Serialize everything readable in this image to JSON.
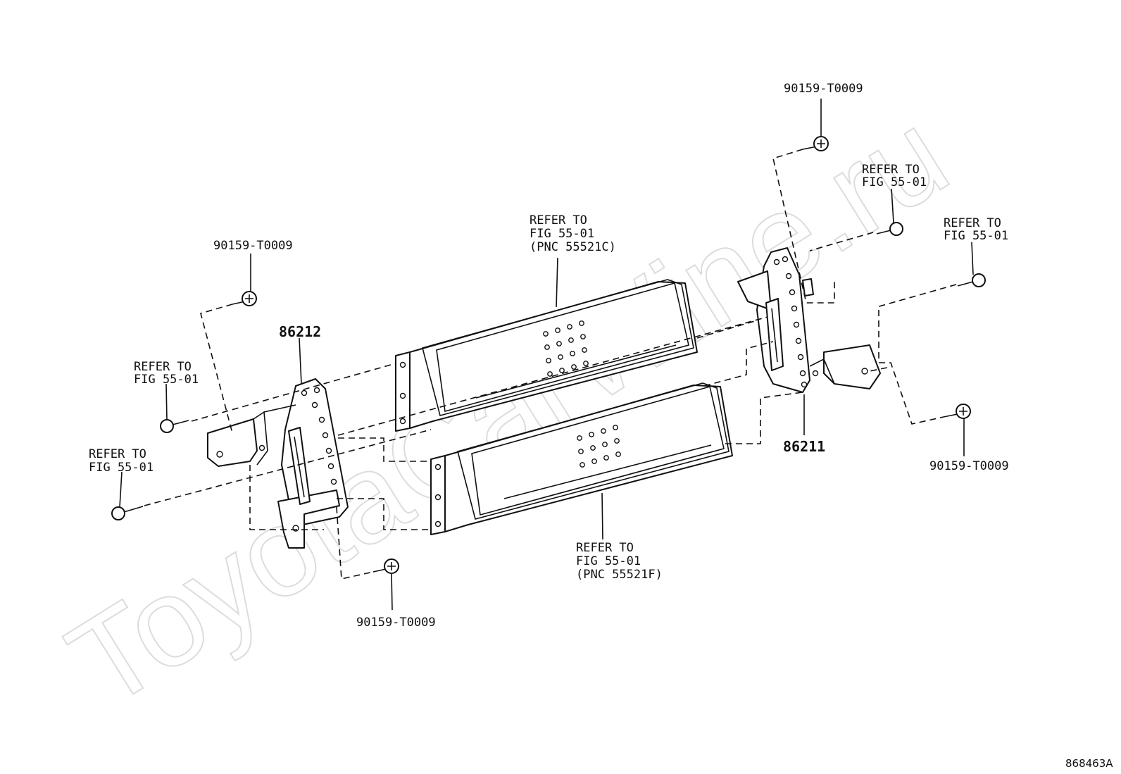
{
  "watermark": "ToyotaCarWine.ru",
  "figure_id": "868463A",
  "parts": {
    "bracket_left": "86212",
    "bracket_right": "86211"
  },
  "screws": {
    "screw_top_left": "90159-T0009",
    "screw_bottom_left": "90159-T0009",
    "screw_top_right": "90159-T0009",
    "screw_right": "90159-T0009"
  },
  "refer_upper_unit": [
    "REFER TO",
    "FIG 55-01",
    "(PNC 55521C)"
  ],
  "refer_lower_unit": [
    "REFER TO",
    "FIG 55-01",
    "(PNC 55521F)"
  ],
  "refer_left_upper": [
    "REFER TO",
    "FIG 55-01"
  ],
  "refer_left_lower": [
    "REFER TO",
    "FIG 55-01"
  ],
  "refer_right_upper": [
    "REFER TO",
    "FIG 55-01"
  ],
  "refer_right_far": [
    "REFER TO",
    "FIG 55-01"
  ]
}
